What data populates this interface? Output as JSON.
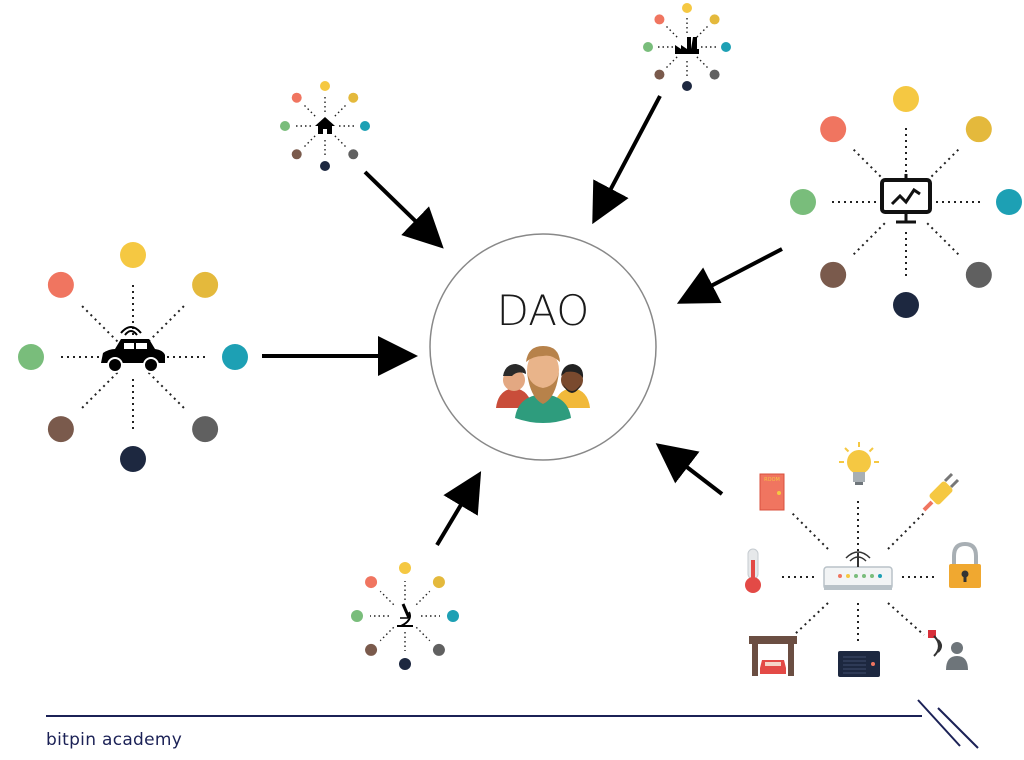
{
  "hub": {
    "title": "DAO",
    "icon": "people-group-icon"
  },
  "clusters": [
    {
      "name": "car-cluster",
      "center_icon": "connected-car-icon"
    },
    {
      "name": "home-cluster",
      "center_icon": "house-icon"
    },
    {
      "name": "factory-cluster",
      "center_icon": "factory-icon"
    },
    {
      "name": "presentation-cluster",
      "center_icon": "chart-board-icon"
    },
    {
      "name": "lab-cluster",
      "center_icon": "microscope-icon"
    },
    {
      "name": "iot-cluster",
      "center_icon": "router-icon",
      "devices": [
        "door-icon",
        "lightbulb-icon",
        "plug-icon",
        "padlock-icon",
        "motion-sensor-icon",
        "speaker-icon",
        "garage-icon",
        "thermometer-icon"
      ],
      "door_label": "ROOM"
    }
  ],
  "node_colors": {
    "coral": "#F07560",
    "yellow": "#F5C842",
    "mustard": "#E4B93C",
    "teal": "#1DA0B4",
    "gray": "#606060",
    "navy": "#1D2840",
    "brown": "#7A5A4C",
    "green": "#79BD7B"
  },
  "footer": {
    "brand": "bitpin academy",
    "line_color": "#1B2156"
  }
}
